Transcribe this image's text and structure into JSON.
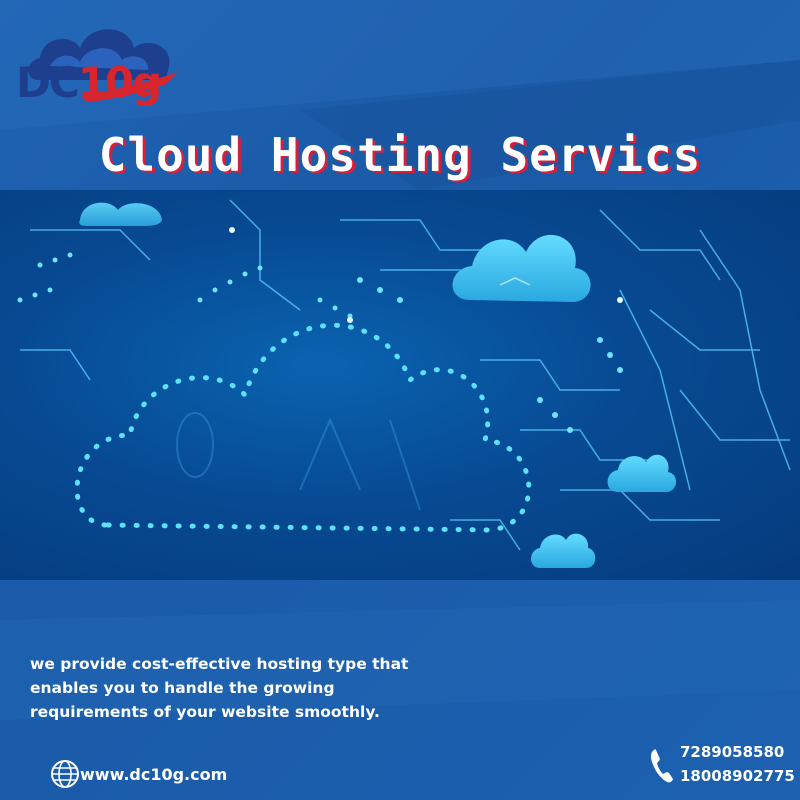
{
  "brand": {
    "logo_text_dark": "DC",
    "logo_text_red": "10g",
    "colors": {
      "primary_blue": "#1d3f8e",
      "accent_red": "#d9252e",
      "cloud_cyan": "#39c3ee"
    }
  },
  "headline": {
    "title": "Cloud Hosting Servics"
  },
  "body": {
    "description": "we provide cost-effective hosting type that enables you to handle the growing requirements of your website smoothly."
  },
  "contact": {
    "website": "www.dc10g.com",
    "website_icon": "globe-icon",
    "phone_icon": "phone-icon",
    "phones": [
      "7289058580",
      "18008902775"
    ]
  },
  "hero": {
    "icon": "cloud-network-illustration"
  }
}
